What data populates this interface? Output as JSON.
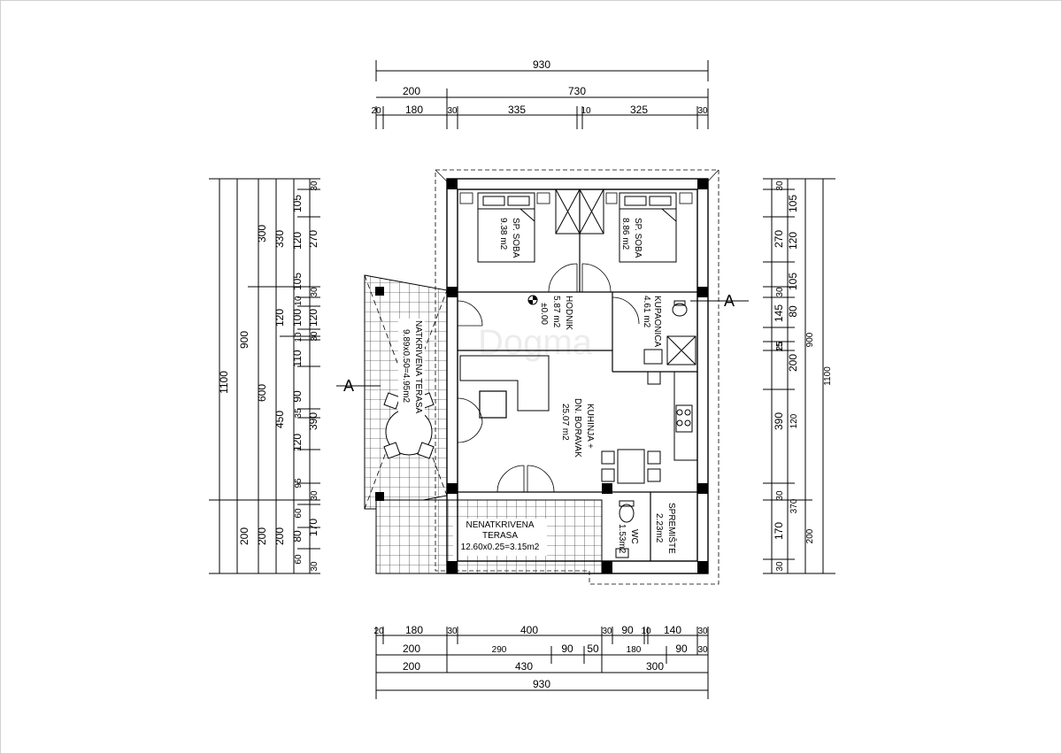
{
  "top_dims": {
    "row1": [
      "930"
    ],
    "row2": [
      "200",
      "730"
    ],
    "row3": [
      "20",
      "180",
      "30",
      "335",
      "10",
      "325",
      "30"
    ]
  },
  "bottom_dims": {
    "row1": [
      "20",
      "180",
      "30",
      "400",
      "30",
      "90",
      "10",
      "140",
      "30"
    ],
    "row2": [
      "200",
      "290",
      "90",
      "50",
      "180",
      "90",
      "30"
    ],
    "row3": [
      "200",
      "430",
      "300"
    ],
    "row4": [
      "930"
    ]
  },
  "left_dims": {
    "total": "1100",
    "c900": "900",
    "c300": "300",
    "c600": "600",
    "c200a": "200",
    "c200b": "200",
    "c200c": "200",
    "c450": "450",
    "c330": "330",
    "c120a": "120",
    "c100": "100",
    "c110": "110",
    "c90": "90",
    "c390": "390",
    "c80": "80",
    "c30a": "30",
    "c105": "105",
    "c270": "270",
    "c120b": "120",
    "c105b": "105",
    "c10a": "10",
    "c120c": "120",
    "c10b": "10",
    "c35": "35",
    "c120d": "120",
    "c95": "95",
    "c30b": "30",
    "c60a": "60",
    "c170": "170",
    "c60b": "60",
    "c30c": "30",
    "c30d": "30",
    "c30e": "30"
  },
  "right_dims": {
    "total": "1100",
    "c900": "900",
    "c200": "200",
    "c30a": "30",
    "c105a": "105",
    "c270": "270",
    "c120a": "120",
    "c105b": "105",
    "c30b": "30",
    "c145": "145",
    "c80": "80",
    "c25": "25",
    "c200b": "200",
    "c390": "390",
    "c120b": "120",
    "c30c": "30",
    "c370": "370",
    "c170": "170",
    "c30d": "30",
    "c15": "15"
  },
  "rooms": {
    "soba1": [
      "SP. SOBA",
      "9.38 m2"
    ],
    "soba2": [
      "SP. SOBA",
      "8.86 m2"
    ],
    "hodnik": [
      "HODNIK",
      "5.87 m2"
    ],
    "kupaonica": [
      "KUPAONICA",
      "4.61 m2"
    ],
    "kuhinja": [
      "KUHINJA +",
      "DN. BORAVAK",
      "25.07 m2"
    ],
    "terasa": [
      "NATKRIVENA TERASA",
      "9.89x0.50=4.95m2"
    ],
    "nenatkrivena": [
      "NENATKRIVENA",
      "TERASA",
      "12.60x0.25=3.15m2"
    ],
    "wc": [
      "WC",
      "1.53m2"
    ],
    "spremiste": [
      "SPREMIŠTE",
      "2.23m2"
    ],
    "level": "±0.00"
  },
  "section_marks": [
    "A",
    "A"
  ],
  "watermark": "Dogma"
}
